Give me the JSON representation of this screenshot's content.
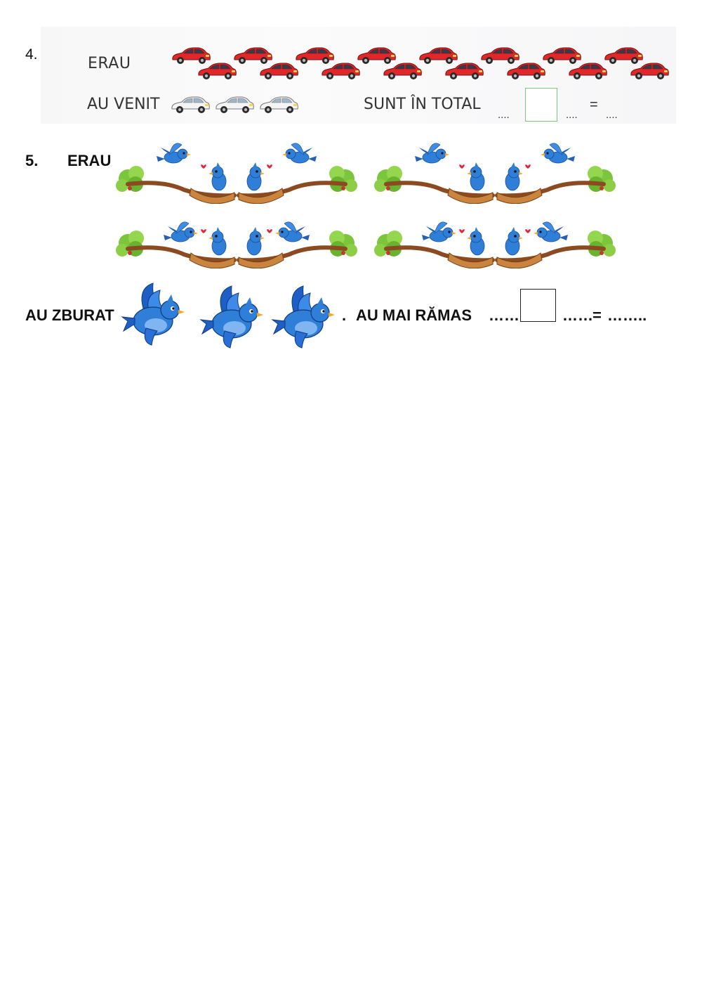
{
  "exercise4": {
    "number": "4.",
    "were_label": "ERAU",
    "came_label": "AU VENIT",
    "total_label": "SUNT ÎN TOTAL",
    "blank_short": "....",
    "equals": "=",
    "red_car_count": 16,
    "white_car_count": 3,
    "red_car_icon": "red-car-icon",
    "white_car_icon": "white-car-icon",
    "red_car_color": "#e0282b",
    "answer_box_color": "#7ac77a"
  },
  "exercise5": {
    "number": "5.",
    "were_label": "ERAU",
    "flew_label": "AU ZBURAT",
    "period": ".",
    "remaining_label": "AU MAI RĂMAS",
    "blank_left": "……",
    "blank_right": "……",
    "equals": "=",
    "blank_result": "……..",
    "nest_scene_count": 8,
    "flown_bird_count": 3,
    "nest_scene_icon": "bird-nest-scene-icon",
    "flying_bird_icon": "flying-bird-icon",
    "bird_color": "#2f7fd8"
  }
}
